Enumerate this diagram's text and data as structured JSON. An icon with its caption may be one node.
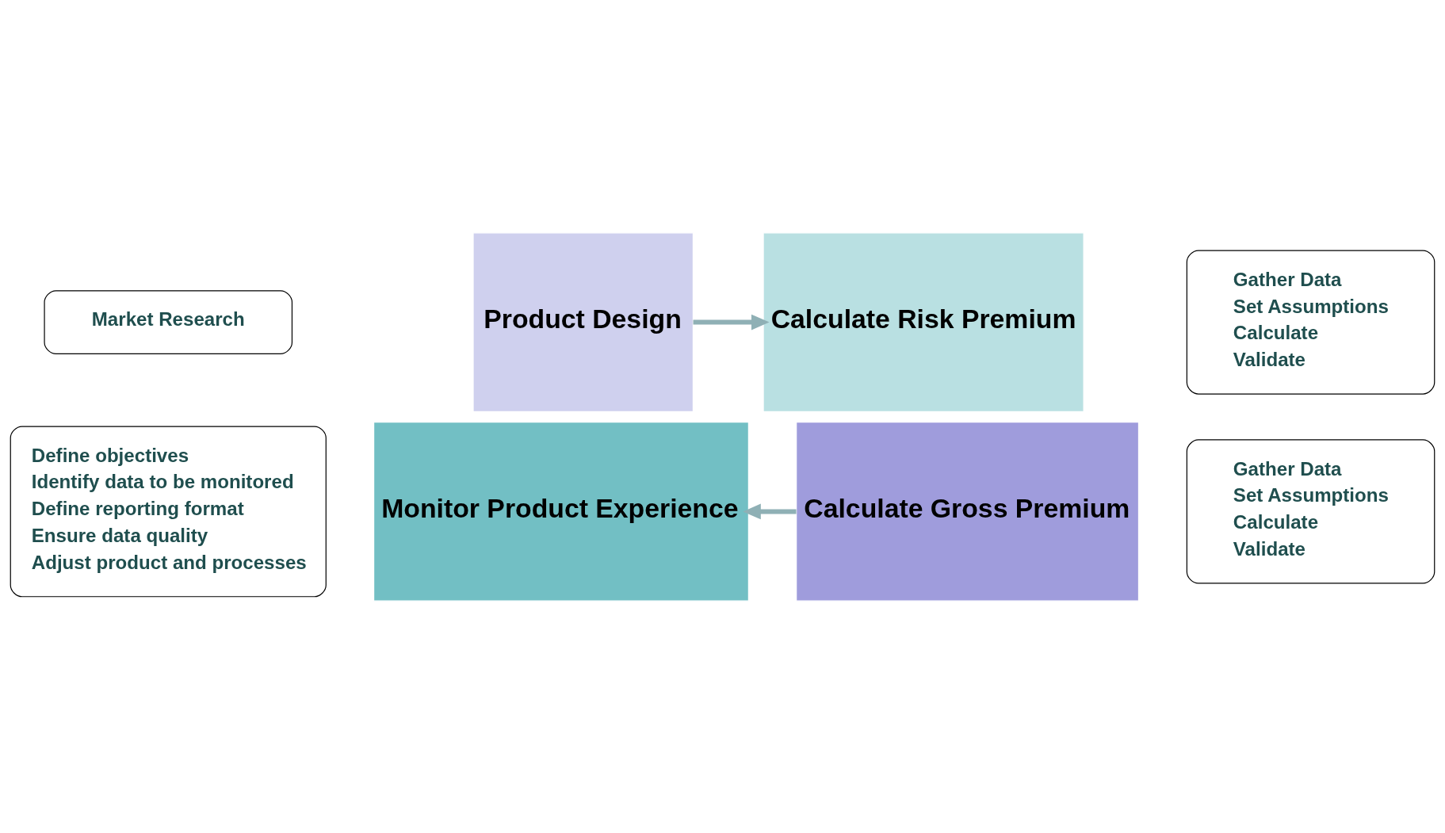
{
  "diagram": {
    "nodes": [
      {
        "text": [
          "Market Research"
        ]
      },
      {
        "text": [
          "Product Design"
        ]
      },
      {
        "text": [
          "Calculate Risk Premium"
        ]
      },
      {
        "text": [
          "Gather Data",
          "Set Assumptions",
          "Calculate",
          "Validate"
        ]
      },
      {
        "text": [
          "Define objectives",
          "Identify data to be monitored",
          "Define reporting format",
          "Ensure data quality",
          "Adjust product and processes"
        ]
      },
      {
        "text": [
          "Monitor Product Experience"
        ]
      },
      {
        "text": [
          "Calculate Gross Premium"
        ]
      },
      {
        "text": [
          "Gather Data",
          "Set Assumptions",
          "Calculate",
          "Validate"
        ]
      }
    ],
    "edges": [
      {
        "from": 1,
        "to": 2,
        "arrow": "to"
      },
      {
        "from": 6,
        "to": 5,
        "arrow": "to"
      }
    ]
  }
}
